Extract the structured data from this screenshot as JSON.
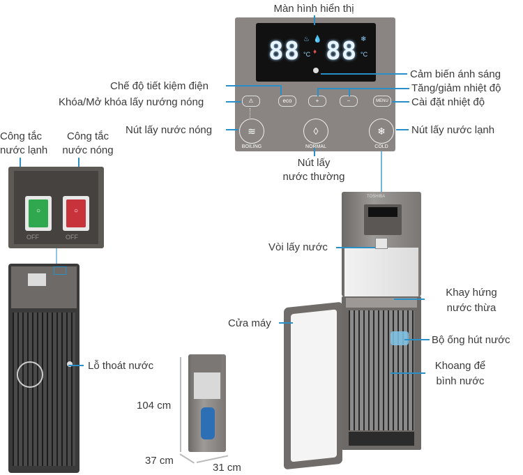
{
  "labels": {
    "screen": "Màn hình hiển thị",
    "light_sensor": "Cảm biến ánh sáng",
    "eco_mode": "Chế độ tiết kiệm điện",
    "temp_adjust": "Tăng/giảm nhiệt độ",
    "hot_lock": "Khóa/Mở khóa lấy nướng nóng",
    "temp_setting": "Cài đặt nhiệt độ",
    "hot_button": "Nút lấy nước nóng",
    "cold_button": "Nút lấy nước lạnh",
    "normal_button_1": "Nút lấy",
    "normal_button_2": "nước thường",
    "cold_switch_1": "Công tắc",
    "cold_switch_2": "nước lạnh",
    "hot_switch_1": "Công tắc",
    "hot_switch_2": "nước nóng",
    "faucet": "Vòi lấy nước",
    "drip_tray_1": "Khay hứng",
    "drip_tray_2": "nước thừa",
    "door": "Cửa máy",
    "suction_kit": "Bộ ống hút nước",
    "bottle_bay_1": "Khoang để",
    "bottle_bay_2": "bình nước",
    "drain_hole": "Lỗ thoát nước",
    "height": "104 cm",
    "depth": "37 cm",
    "width": "31 cm"
  },
  "panel": {
    "left_digits": "88",
    "right_digits": "88",
    "unit": "°C",
    "boiling": "BOILING",
    "normal": "NORMAL",
    "cold": "COLD",
    "eco": "eco",
    "menu": "MENU",
    "plus": "+",
    "minus": "−"
  },
  "switches": {
    "off_label": "OFF",
    "cold_color": "#2fa84f",
    "hot_color": "#c8323a"
  },
  "brand": "TOSHIBA",
  "accent": "#2a8ec7"
}
